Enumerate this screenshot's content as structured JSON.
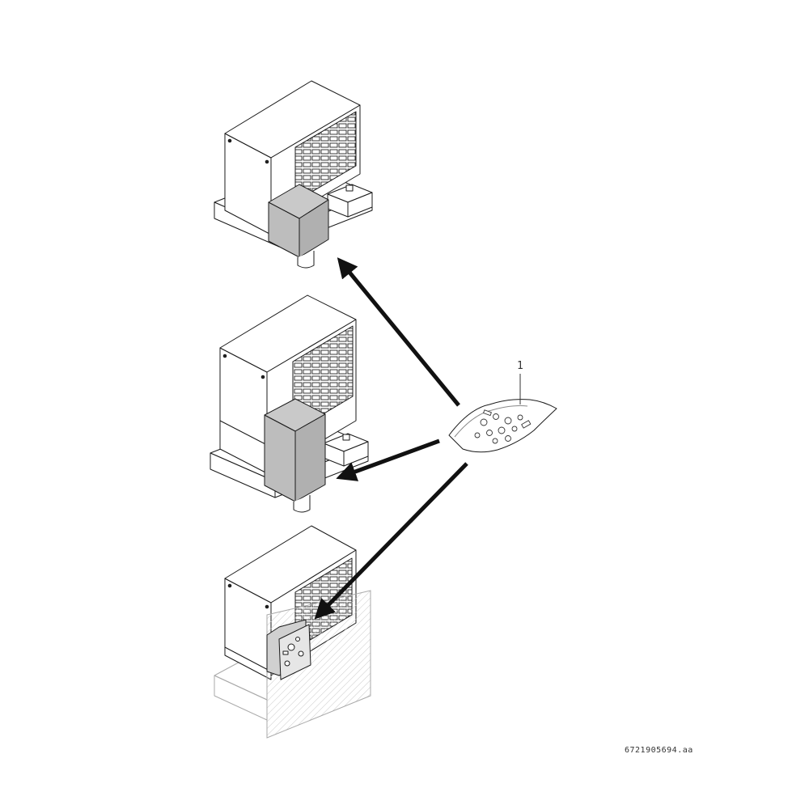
{
  "figure": {
    "callout_label": "1",
    "drawing_code": "6721905694.aa"
  },
  "icons": {
    "unit_top": "heat-pump-unit-with-small-cover",
    "unit_middle": "heat-pump-unit-with-tall-cover",
    "unit_bottom": "heat-pump-unit-wall-mounted",
    "accessory": "fastener-kit-bag",
    "arrow": "arrow-pointing-to-unit"
  },
  "colors": {
    "line": "#1a1a1a",
    "cover_fill": "#bdbdbd",
    "arrow": "#111111",
    "wall_hatch": "#c8c8c8"
  }
}
